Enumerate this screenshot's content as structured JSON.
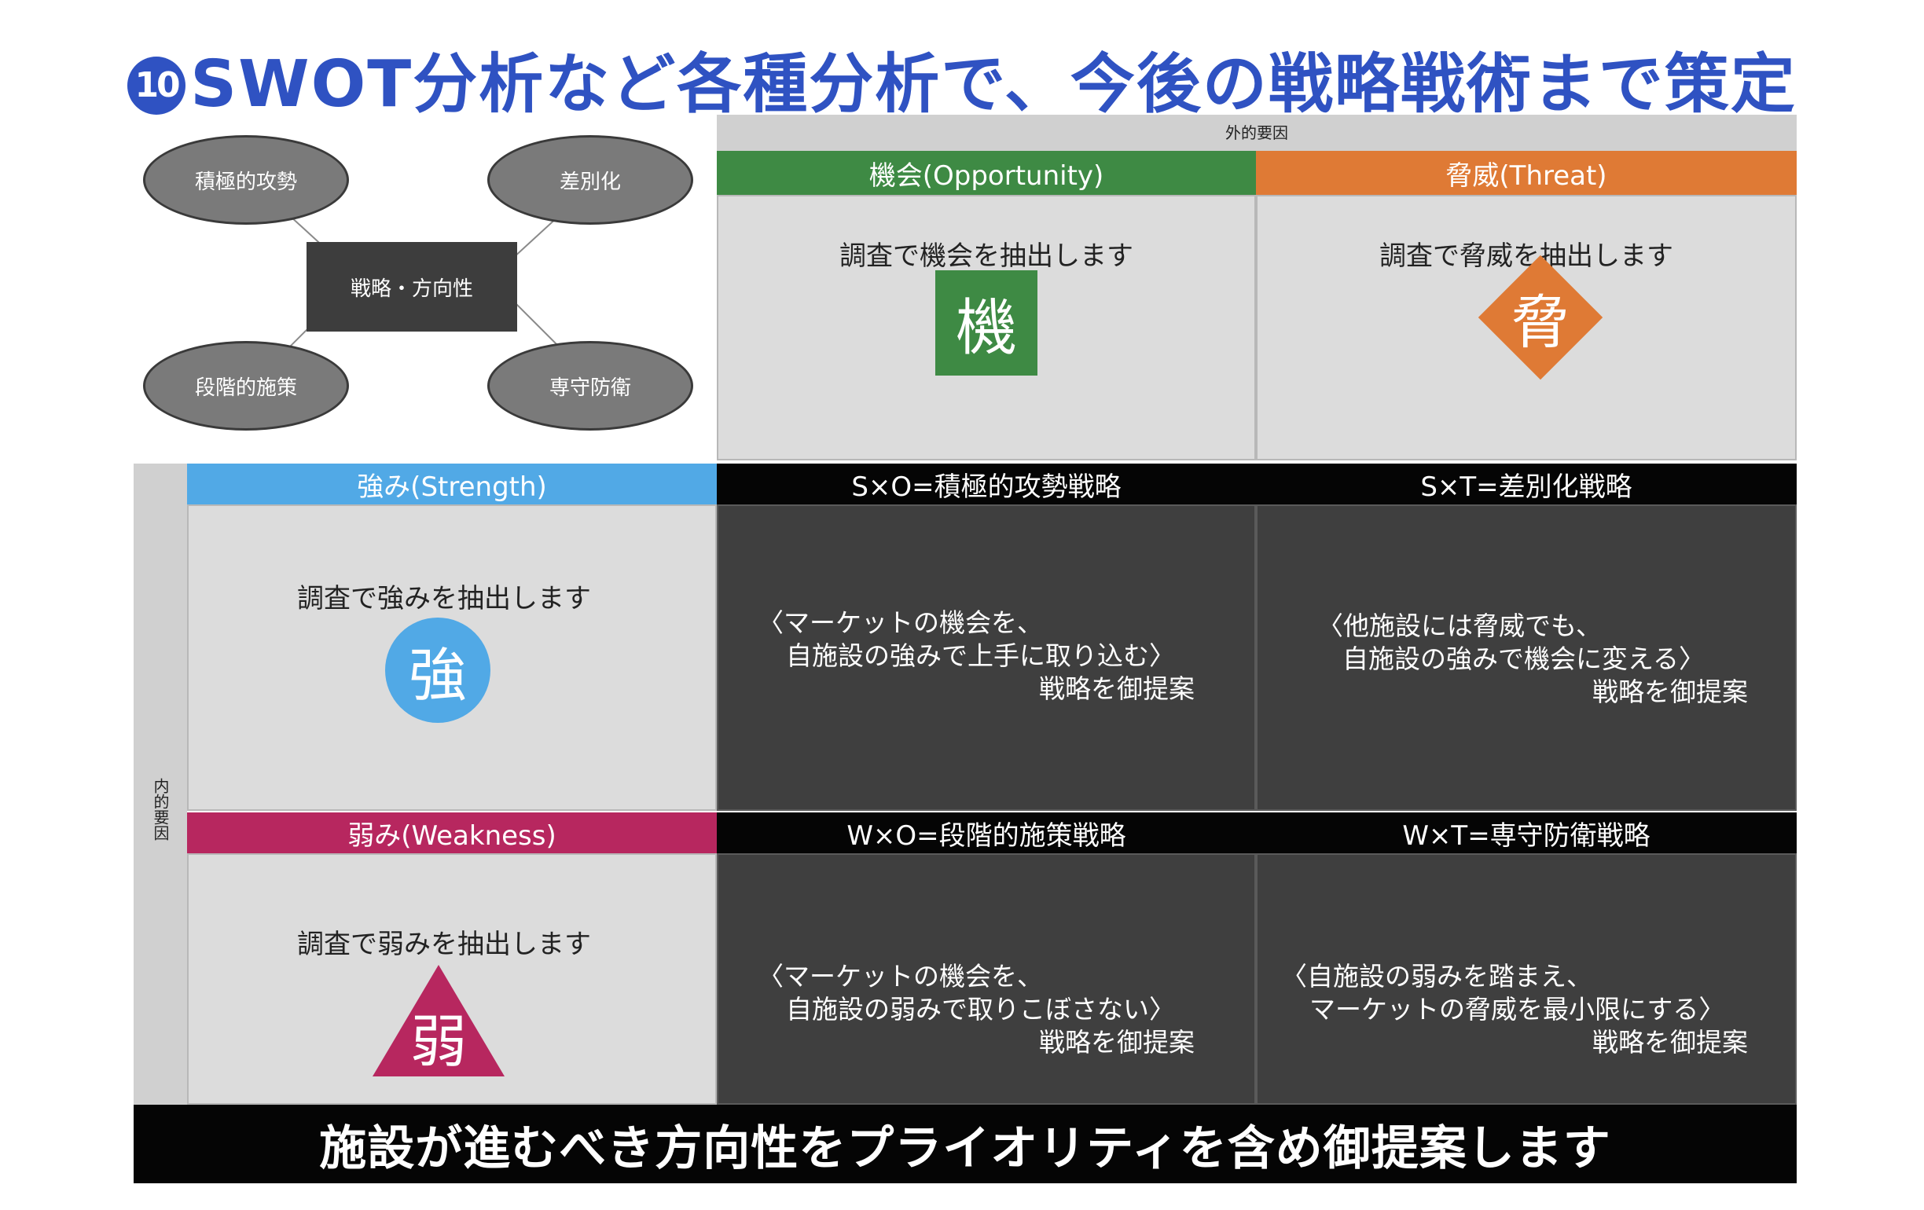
{
  "title": {
    "number": "10",
    "text": "SWOT分析など各種分析で、今後の戦略戦術まで策定"
  },
  "mindmap": {
    "center": "戦略・方向性",
    "nodes": [
      "積極的攻勢",
      "差別化",
      "段階的施策",
      "専守防衛"
    ]
  },
  "external_band": "外的要因",
  "internal_band": "内的要因",
  "opportunity": {
    "header": "機会(Opportunity)",
    "text": "調査で機会を抽出します",
    "glyph": "機"
  },
  "threat": {
    "header": "脅威(Threat)",
    "text": "調査で脅威を抽出します",
    "glyph": "脅"
  },
  "strength": {
    "header": "強み(Strength)",
    "text": "調査で強みを抽出します",
    "glyph": "強"
  },
  "weakness": {
    "header": "弱み(Weakness)",
    "text": "調査で弱みを抽出します",
    "glyph": "弱"
  },
  "so": {
    "header": "S×O=積極的攻勢戦略",
    "line1": "〈マーケットの機会を、",
    "line2": "自施設の強みで上手に取り込む〉",
    "line3": "戦略を御提案"
  },
  "st": {
    "header": "S×T=差別化戦略",
    "line1": "〈他施設には脅威でも、",
    "line2": "自施設の強みで機会に変える〉",
    "line3": "戦略を御提案"
  },
  "wo": {
    "header": "W×O=段階的施策戦略",
    "line1": "〈マーケットの機会を、",
    "line2": "自施設の弱みで取りこぼさない〉",
    "line3": "戦略を御提案"
  },
  "wt": {
    "header": "W×T=専守防衛戦略",
    "line1": "〈自施設の弱みを踏まえ、",
    "line2": "マーケットの脅威を最小限にする〉",
    "line3": "戦略を御提案"
  },
  "footer": "施設が進むべき方向性をプライオリティを含め御提案します",
  "colors": {
    "title": "#2f52c2",
    "opportunity": "#3e8a44",
    "threat": "#df7a35",
    "strength": "#51a9e6",
    "weakness": "#b7275f",
    "dark": "#3f3f3f"
  }
}
